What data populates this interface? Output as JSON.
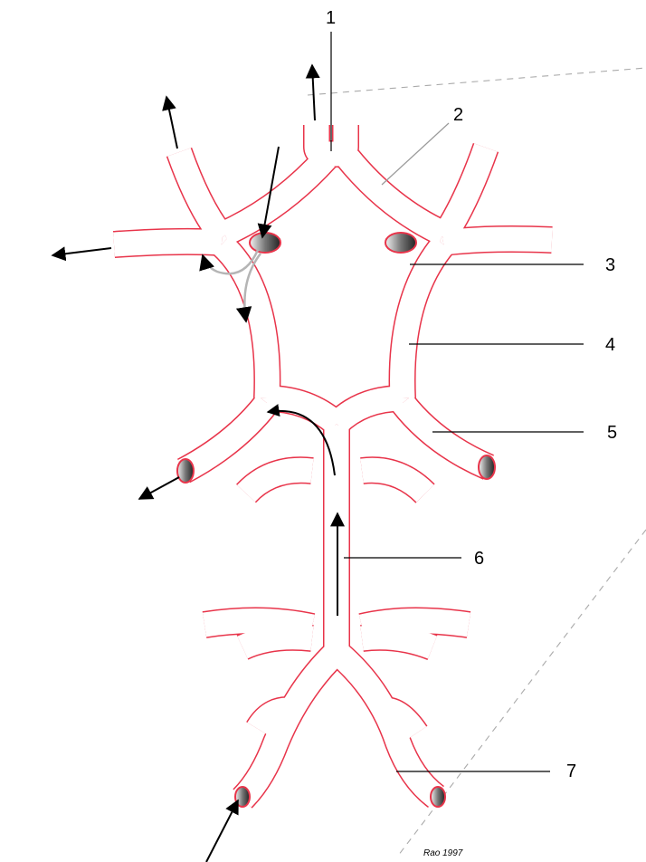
{
  "labels": {
    "l1": "1",
    "l2": "2",
    "l3": "3",
    "l4": "4",
    "l5": "5",
    "l6": "6",
    "l7": "7"
  },
  "credit": "Rao 1997",
  "colors": {
    "vessel_outline": "#e8344a",
    "vessel_fill": "#ffffff",
    "arrow": "#000000",
    "flow_arrow_grey": "#b5b5b5",
    "guide_dashed": "#aaaaaa"
  }
}
